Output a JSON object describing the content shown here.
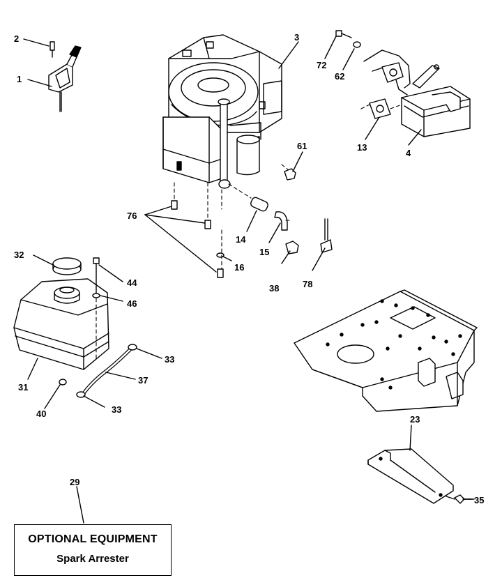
{
  "callouts": [
    {
      "id": "c1",
      "text": "1"
    },
    {
      "id": "c2",
      "text": "2"
    },
    {
      "id": "c3",
      "text": "3"
    },
    {
      "id": "c4",
      "text": "4"
    },
    {
      "id": "c13",
      "text": "13"
    },
    {
      "id": "c14",
      "text": "14"
    },
    {
      "id": "c15",
      "text": "15"
    },
    {
      "id": "c16",
      "text": "16"
    },
    {
      "id": "c23",
      "text": "23"
    },
    {
      "id": "c29",
      "text": "29"
    },
    {
      "id": "c31",
      "text": "31"
    },
    {
      "id": "c32",
      "text": "32"
    },
    {
      "id": "c33a",
      "text": "33"
    },
    {
      "id": "c33b",
      "text": "33"
    },
    {
      "id": "c35",
      "text": "35"
    },
    {
      "id": "c37",
      "text": "37"
    },
    {
      "id": "c38",
      "text": "38"
    },
    {
      "id": "c40",
      "text": "40"
    },
    {
      "id": "c44",
      "text": "44"
    },
    {
      "id": "c46",
      "text": "46"
    },
    {
      "id": "c61",
      "text": "61"
    },
    {
      "id": "c62",
      "text": "62"
    },
    {
      "id": "c72",
      "text": "72"
    },
    {
      "id": "c76",
      "text": "76"
    },
    {
      "id": "c78",
      "text": "78"
    }
  ],
  "optional_box": {
    "title": "OPTIONAL EQUIPMENT",
    "subtitle": "Spark Arrester"
  }
}
